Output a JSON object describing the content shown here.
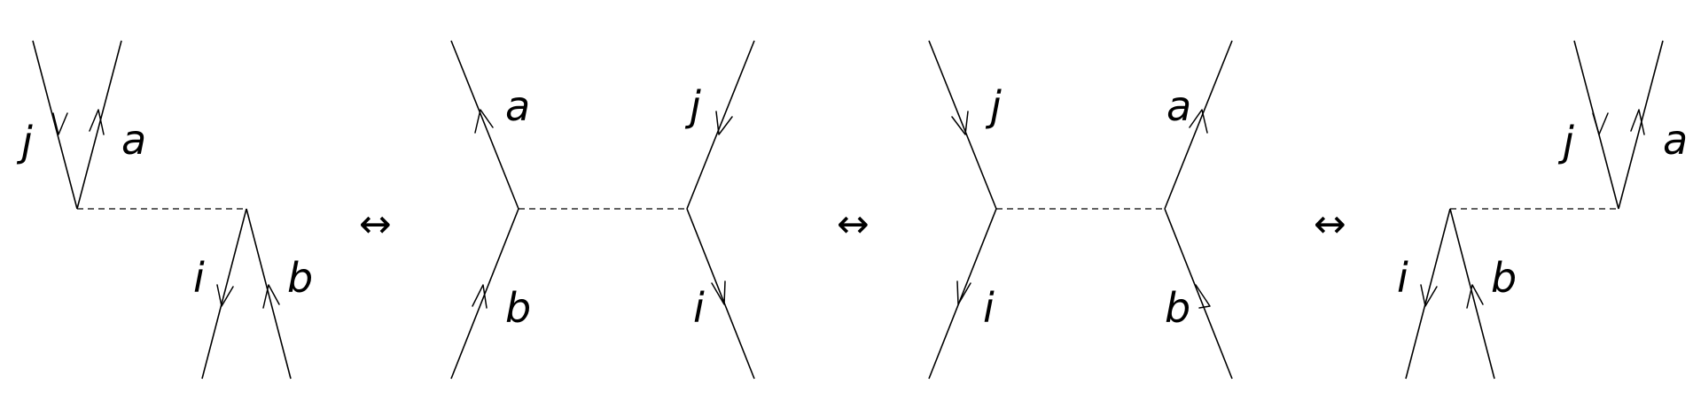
{
  "diagrams": [
    {
      "labels": [
        "j",
        "a",
        "i",
        "b"
      ]
    },
    {
      "labels": [
        "a",
        "j",
        "b",
        "i"
      ]
    },
    {
      "labels": [
        "j",
        "a",
        "i",
        "b"
      ]
    },
    {
      "labels": [
        "j",
        "a",
        "i",
        "b"
      ]
    }
  ],
  "equivalence_symbol": "↔"
}
